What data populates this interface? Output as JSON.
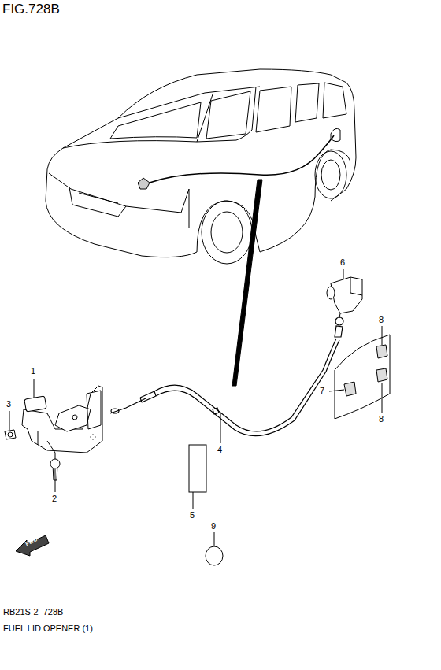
{
  "diagram": {
    "title": "FIG.728B",
    "labels": [
      "1",
      "3",
      "2",
      "4",
      "5",
      "6",
      "7",
      "8",
      "8",
      "9",
      "FWD",
      "RB21S-2_728B",
      "FUEL LID OPENER (1)"
    ]
  }
}
